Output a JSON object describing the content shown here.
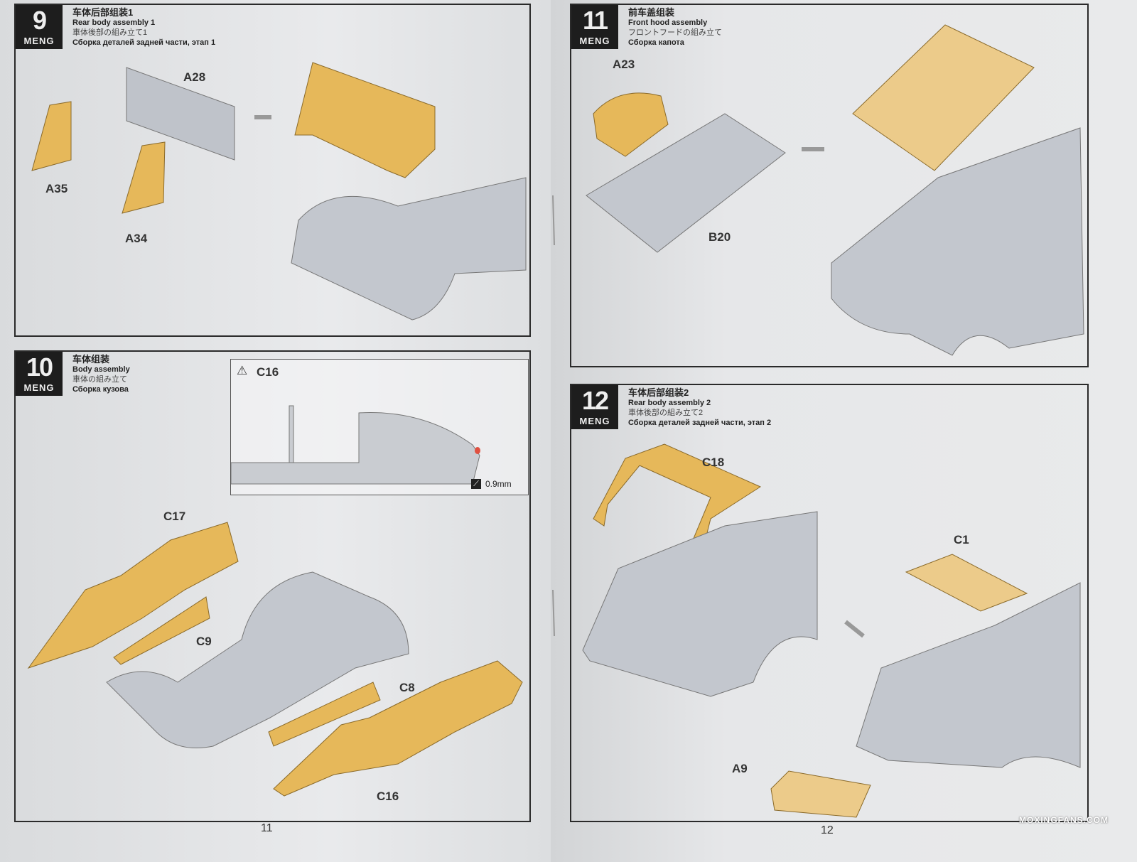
{
  "steps": [
    {
      "number": "9",
      "brand": "MENG",
      "title_cn": "车体后部组装1",
      "title_en": "Rear body assembly 1",
      "title_jp": "車体後部の組み立て1",
      "title_ru": "Сборка деталей задней части, этап 1",
      "parts": [
        "A28",
        "A35",
        "A34"
      ]
    },
    {
      "number": "10",
      "brand": "MENG",
      "title_cn": "车体组装",
      "title_en": "Body assembly",
      "title_jp": "車体の組み立て",
      "title_ru": "Сборка кузова",
      "parts": [
        "C17",
        "C9",
        "C8",
        "C16"
      ],
      "inset": {
        "part": "C16",
        "drill_size": "0.9mm"
      }
    },
    {
      "number": "11",
      "brand": "MENG",
      "title_cn": "前车盖组装",
      "title_en": "Front hood assembly",
      "title_jp": "フロントフードの組み立て",
      "title_ru": "Сборка капота",
      "parts": [
        "A23",
        "B20"
      ]
    },
    {
      "number": "12",
      "brand": "MENG",
      "title_cn": "车体后部组装2",
      "title_en": "Rear body assembly 2",
      "title_jp": "車体後部の組み立て2",
      "title_ru": "Сборка деталей задней части, этап 2",
      "parts": [
        "C18",
        "C1",
        "A9"
      ]
    }
  ],
  "page_numbers": [
    "11",
    "12"
  ],
  "watermark": "MOXINGFANS.COM",
  "colors": {
    "part_yellow": "#e6b85a",
    "part_gray": "#b9bec6",
    "frame": "#2a2a2a"
  }
}
